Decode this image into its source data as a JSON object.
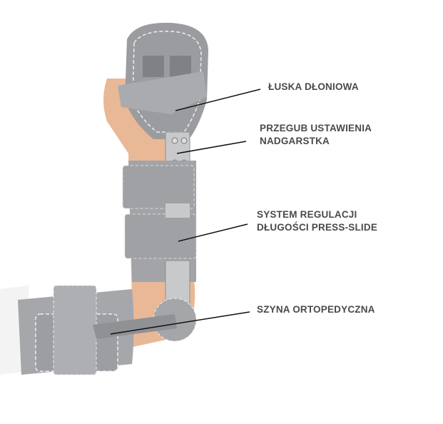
{
  "labels": {
    "palm_shell": "ŁUSKA DŁONIOWA",
    "wrist_joint_line1": "PRZEGUB USTAWIENIA",
    "wrist_joint_line2": "NADGARSTKA",
    "length_system_line1": "SYSTEM REGULACJI",
    "length_system_line2": "DŁUGOŚCI PRESS-SLIDE",
    "splint": "SZYNA ORTOPEDYCZNA"
  },
  "colors": {
    "brace": "#9c9ea2",
    "strap": "#a7a9ad",
    "skin": "#e9b896",
    "text": "#4a4a4a"
  }
}
